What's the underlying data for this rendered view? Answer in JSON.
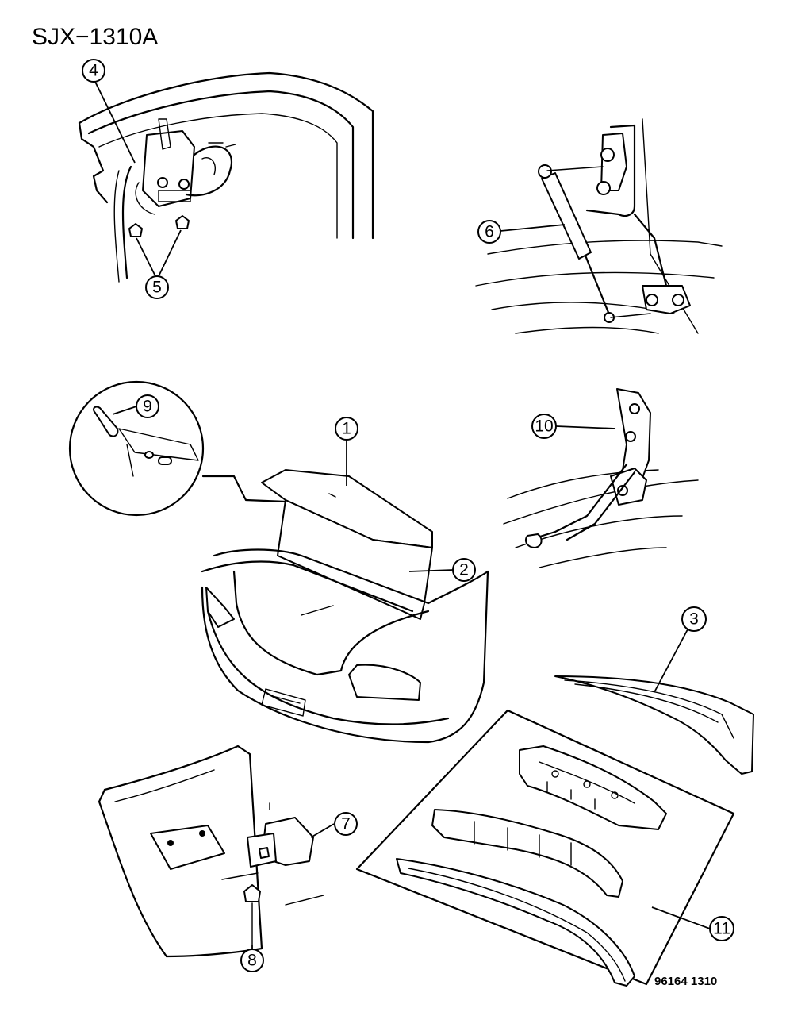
{
  "diagram": {
    "code": "SJX−1310A",
    "footer_code": "96164  1310",
    "callouts": [
      "1",
      "2",
      "3",
      "4",
      "5",
      "6",
      "7",
      "8",
      "9",
      "10",
      "11"
    ]
  }
}
